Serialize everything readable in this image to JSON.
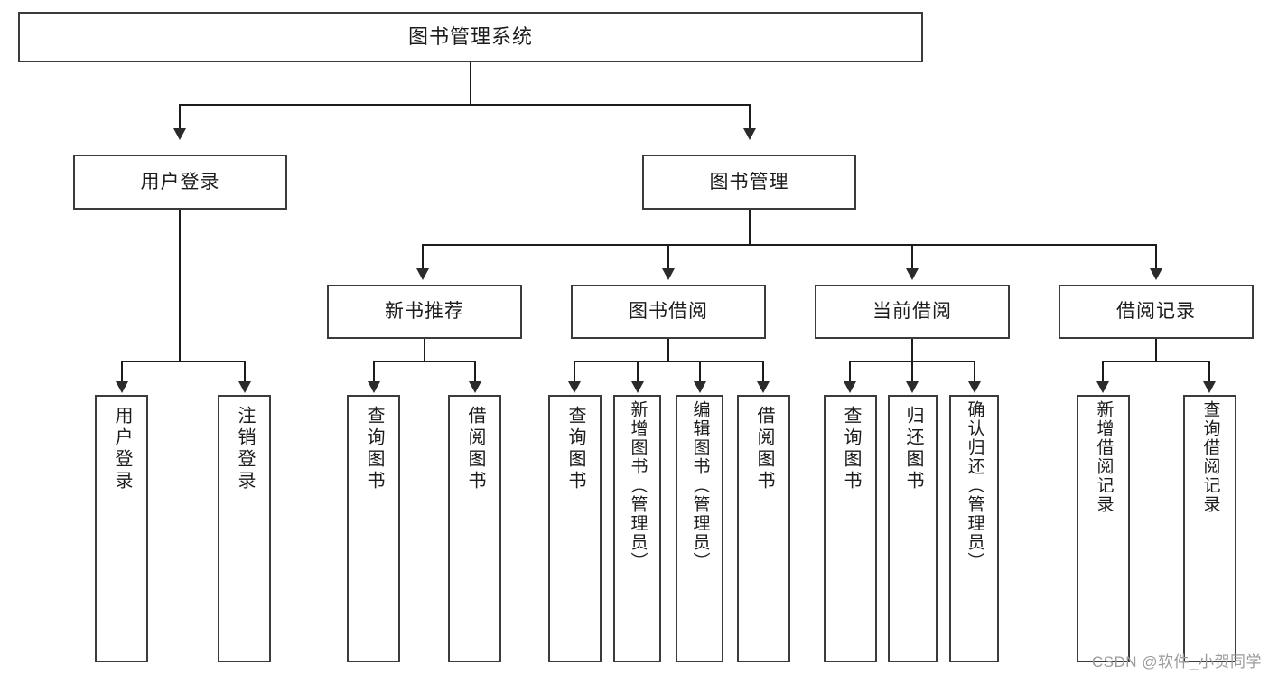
{
  "diagram": {
    "type": "tree-hierarchy",
    "title": "图书管理系统",
    "orientation": "top-down",
    "watermark": "CSDN @软件_小贺同学",
    "colors": {
      "box_border": "#3b3b3b",
      "box_fill": "#ffffff",
      "connector": "#1c1c1c",
      "text": "#1c1c1c",
      "watermark": "#9a9a9a",
      "background": "#ffffff"
    },
    "nodes": {
      "root": {
        "label": "图书管理系统"
      },
      "level2": [
        {
          "label": "用户登录"
        },
        {
          "label": "图书管理"
        }
      ],
      "level3": [
        {
          "label": "新书推荐"
        },
        {
          "label": "图书借阅"
        },
        {
          "label": "当前借阅"
        },
        {
          "label": "借阅记录"
        }
      ],
      "leaves": {
        "user_login": [
          {
            "label": "用户登录"
          },
          {
            "label": "注销登录"
          }
        ],
        "new_book": [
          {
            "label": "查询图书"
          },
          {
            "label": "借阅图书"
          }
        ],
        "borrow": [
          {
            "label": "查询图书"
          },
          {
            "label": "新增图书（管理员）"
          },
          {
            "label": "编辑图书（管理员）"
          },
          {
            "label": "借阅图书"
          }
        ],
        "current": [
          {
            "label": "查询图书"
          },
          {
            "label": "归还图书"
          },
          {
            "label": "确认归还（管理员）"
          }
        ],
        "records": [
          {
            "label": "新增借阅记录"
          },
          {
            "label": "查询借阅记录"
          }
        ]
      }
    }
  }
}
